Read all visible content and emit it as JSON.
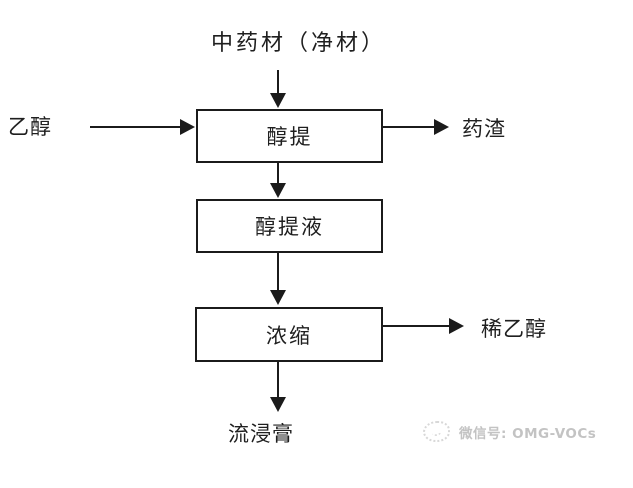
{
  "diagram": {
    "top_label": "中药材（净材）",
    "left_input_label": "乙醇",
    "boxes": [
      {
        "label": "醇提"
      },
      {
        "label": "醇提液"
      },
      {
        "label": "浓缩"
      }
    ],
    "right_output_top_label": "药渣",
    "right_output_bottom_label": "稀乙醇",
    "bottom_output_label": "流浸膏"
  },
  "watermark": {
    "icon": "omg-vocs-logo-icon",
    "text": "微信号: OMG-VOCs"
  },
  "colors": {
    "line": "#1b1b1b",
    "text": "#1f1f1f",
    "background": "#ffffff",
    "watermark": "#c3c3c3"
  }
}
